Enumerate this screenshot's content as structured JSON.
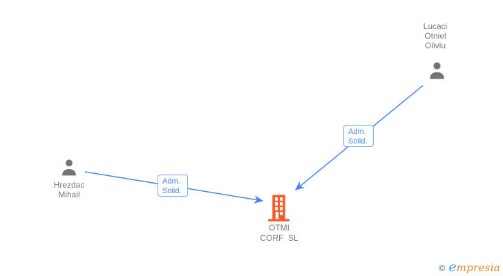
{
  "diagram": {
    "person_top": {
      "name": "Lucaci\nOtniel\nOliviu"
    },
    "person_left": {
      "name": "Hrezdac\nMihail"
    },
    "company": {
      "name": "OTMI\nCORF  SL"
    },
    "edge_labels": [
      {
        "text": "Adm.\nSolid."
      },
      {
        "text": "Adm.\nSolid."
      }
    ],
    "colors": {
      "edge": "#4a86e8",
      "node_text": "#7b7b7b",
      "person_icon": "#757575",
      "company_icon": "#f75c28",
      "label_border": "#7baaf7",
      "label_text": "#4a86e8"
    }
  },
  "branding": {
    "copyright": "©",
    "logo_first_letter": "e",
    "logo_rest": "mpresia"
  }
}
